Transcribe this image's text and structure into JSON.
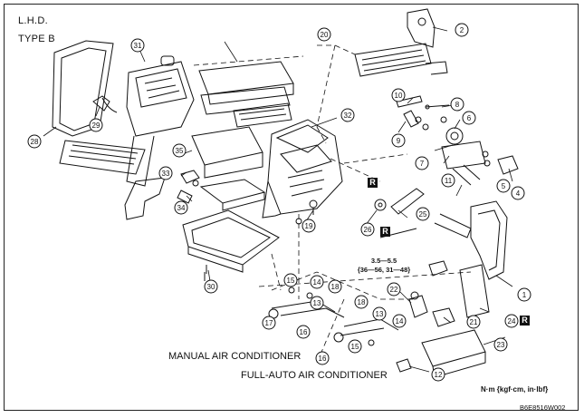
{
  "header": {
    "line1": "L.H.D.",
    "line2": "TYPE B"
  },
  "captions": {
    "manual": "MANUAL AIR CONDITIONER",
    "full_auto": "FULL-AUTO AIR CONDITIONER"
  },
  "torque": {
    "line1": "3.5—5.5",
    "line2": "{36—56, 31—48}"
  },
  "units_legend": "N·m {kgf·cm,  in·lbf}",
  "figure_ref": "B6E8516W002",
  "r_mark": "R",
  "callouts": [
    {
      "id": "c1",
      "label": "1"
    },
    {
      "id": "c2",
      "label": "2"
    },
    {
      "id": "c4",
      "label": "4"
    },
    {
      "id": "c5",
      "label": "5"
    },
    {
      "id": "c6",
      "label": "6"
    },
    {
      "id": "c7",
      "label": "7"
    },
    {
      "id": "c8",
      "label": "8"
    },
    {
      "id": "c9",
      "label": "9"
    },
    {
      "id": "c10",
      "label": "10"
    },
    {
      "id": "c11",
      "label": "11"
    },
    {
      "id": "c12",
      "label": "12"
    },
    {
      "id": "c13a",
      "label": "13"
    },
    {
      "id": "c13b",
      "label": "13"
    },
    {
      "id": "c14a",
      "label": "14"
    },
    {
      "id": "c14b",
      "label": "14"
    },
    {
      "id": "c15a",
      "label": "15"
    },
    {
      "id": "c15b",
      "label": "15"
    },
    {
      "id": "c16a",
      "label": "16"
    },
    {
      "id": "c16b",
      "label": "16"
    },
    {
      "id": "c17",
      "label": "17"
    },
    {
      "id": "c18a",
      "label": "18"
    },
    {
      "id": "c18b",
      "label": "18"
    },
    {
      "id": "c19",
      "label": "19"
    },
    {
      "id": "c20",
      "label": "20"
    },
    {
      "id": "c21",
      "label": "21"
    },
    {
      "id": "c22",
      "label": "22"
    },
    {
      "id": "c23",
      "label": "23"
    },
    {
      "id": "c24",
      "label": "24"
    },
    {
      "id": "c25",
      "label": "25"
    },
    {
      "id": "c26",
      "label": "26"
    },
    {
      "id": "c28",
      "label": "28"
    },
    {
      "id": "c29",
      "label": "29"
    },
    {
      "id": "c30",
      "label": "30"
    },
    {
      "id": "c31",
      "label": "31"
    },
    {
      "id": "c32",
      "label": "32"
    },
    {
      "id": "c33",
      "label": "33"
    },
    {
      "id": "c34",
      "label": "34"
    },
    {
      "id": "c35",
      "label": "35"
    }
  ]
}
